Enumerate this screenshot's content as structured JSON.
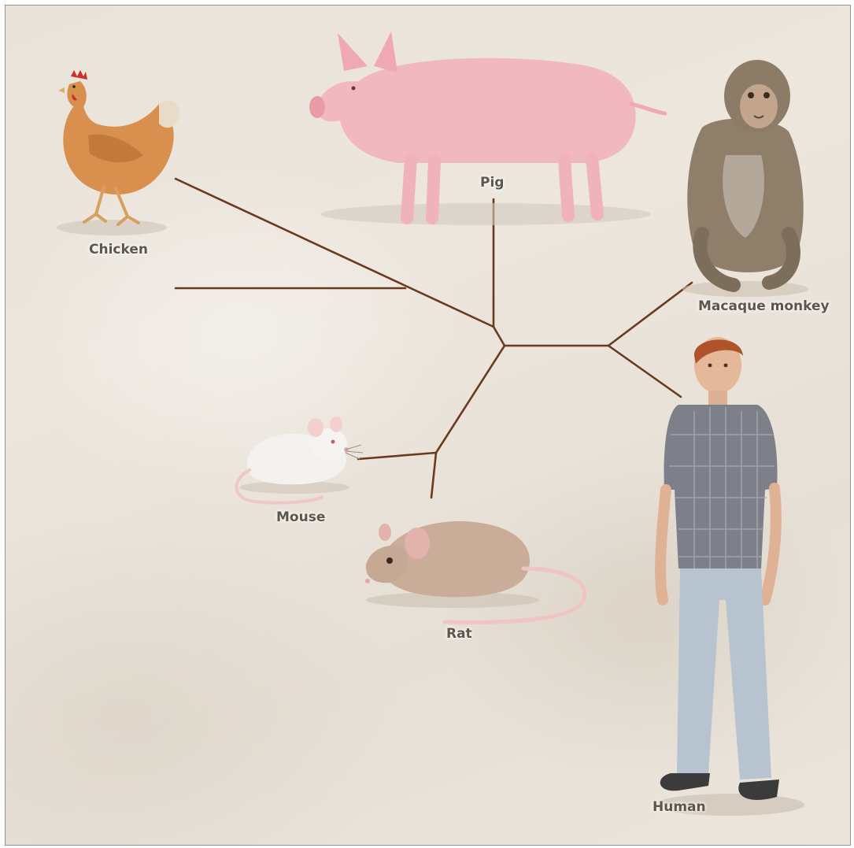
{
  "labels": {
    "chicken": "Chicken",
    "pig": "Pig",
    "macaque": "Macaque monkey",
    "human": "Human",
    "mouse": "Mouse",
    "rat": "Rat"
  },
  "colors": {
    "branch": "#6b3a1e",
    "background": "#e9e3da"
  }
}
